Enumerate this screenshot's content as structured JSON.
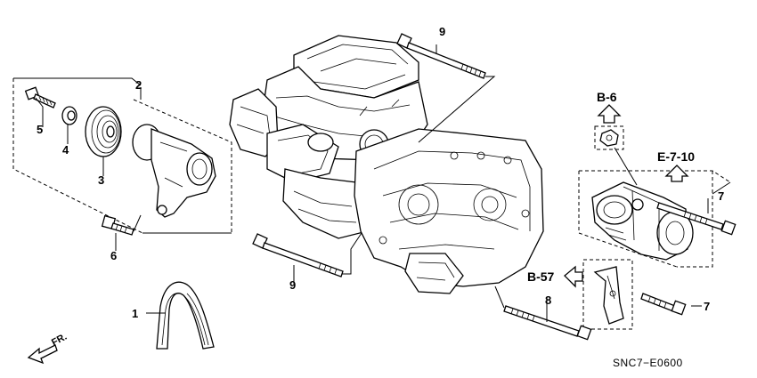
{
  "callouts": {
    "p1": "1",
    "p2": "2",
    "p3": "3",
    "p4": "4",
    "p5": "5",
    "p6": "6",
    "p7a": "7",
    "p7b": "7",
    "p8": "8",
    "p9a": "9",
    "p9b": "9"
  },
  "refs": {
    "b6": "B-6",
    "e710": "E-7-10",
    "b57": "B-57"
  },
  "front_marker": "FR.",
  "diagram_code": "SNC7−E0600"
}
